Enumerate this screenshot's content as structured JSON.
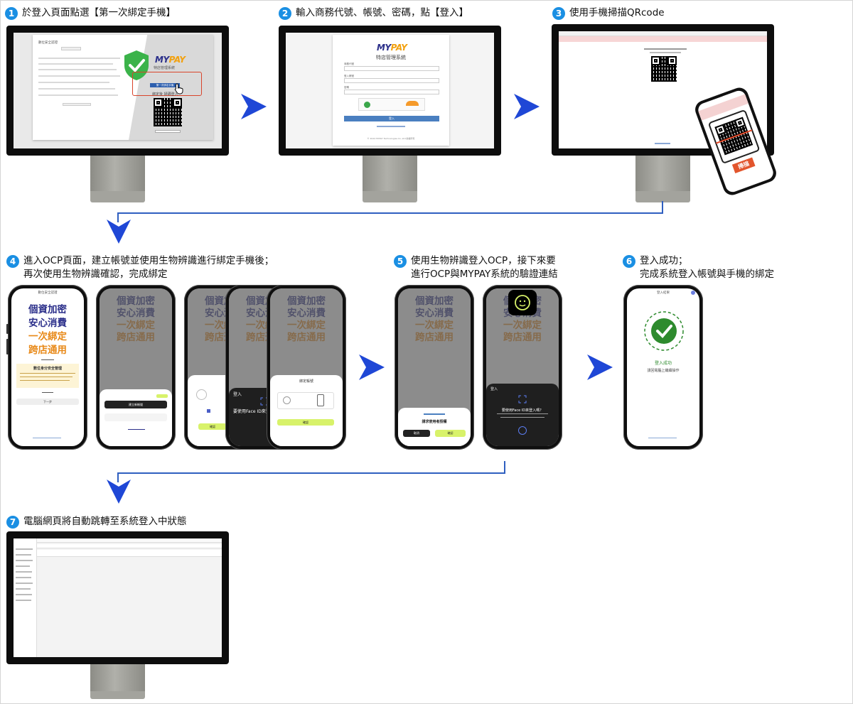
{
  "steps": [
    {
      "num": "1",
      "text": "於登入頁面點選【第一次綁定手機】"
    },
    {
      "num": "2",
      "text": "輸入商務代號、帳號、密碼，點【登入】"
    },
    {
      "num": "3",
      "text": "使用手機掃描QRcode"
    },
    {
      "num": "4",
      "text": "進入OCP頁面，建立帳號並使用生物辨識進行綁定手機後；\n再次使用生物辨識確認，完成綁定"
    },
    {
      "num": "5",
      "text": "使用生物辨識登入OCP，接下來要\n進行OCP與MYPAY系統的驗證連結"
    },
    {
      "num": "6",
      "text": "登入成功；\n完成系統登入帳號與手機的綁定"
    },
    {
      "num": "7",
      "text": "電腦網頁將自動跳轉至系統登入中狀態"
    }
  ],
  "screen1": {
    "title": "數位安全認證",
    "brand_my": "MY",
    "brand_pay": "PAY",
    "subtitle": "特店管理系統",
    "bind_button": "第一次綁定手機",
    "scan_text": "綁定後 掃碼登入"
  },
  "screen2": {
    "brand_my": "MY",
    "brand_pay": "PAY",
    "subtitle": "特店管理系統",
    "field1": "商務代號",
    "field2": "登入帳號",
    "field3": "密碼",
    "login_button": "登入",
    "footer": "© 2024 MYPAY Technologies Co.,Ltd.版權所有"
  },
  "phone3": {
    "scan_button": "掃描"
  },
  "ocp": {
    "line1": "個資加密",
    "line2": "安心消費",
    "line3": "一次綁定",
    "line4": "跨店通用",
    "header": "數位安全認證",
    "info_title": "數位身分安全管理",
    "next_button": "下一步",
    "create_button": "建立新帳號",
    "bind_title": "綁定帳號",
    "confirm_button": "確認",
    "login_title": "登入",
    "faceid_prompt": "要使用Face ID來登入嗎？",
    "auth_prompt": "請求使用者授權",
    "cancel_button": "取消",
    "ok_button": "確認",
    "success_header": "登入結果",
    "success_text": "登入成功",
    "success_sub": "請回電腦上繼續操作"
  },
  "colors": {
    "step_badge": "#1a8fe3",
    "arrow": "#1f47d6",
    "connector": "#2f5fc0",
    "ocp_navy": "#2b2f8a",
    "ocp_orange": "#e88a1a",
    "success_green": "#2e8b2e"
  }
}
